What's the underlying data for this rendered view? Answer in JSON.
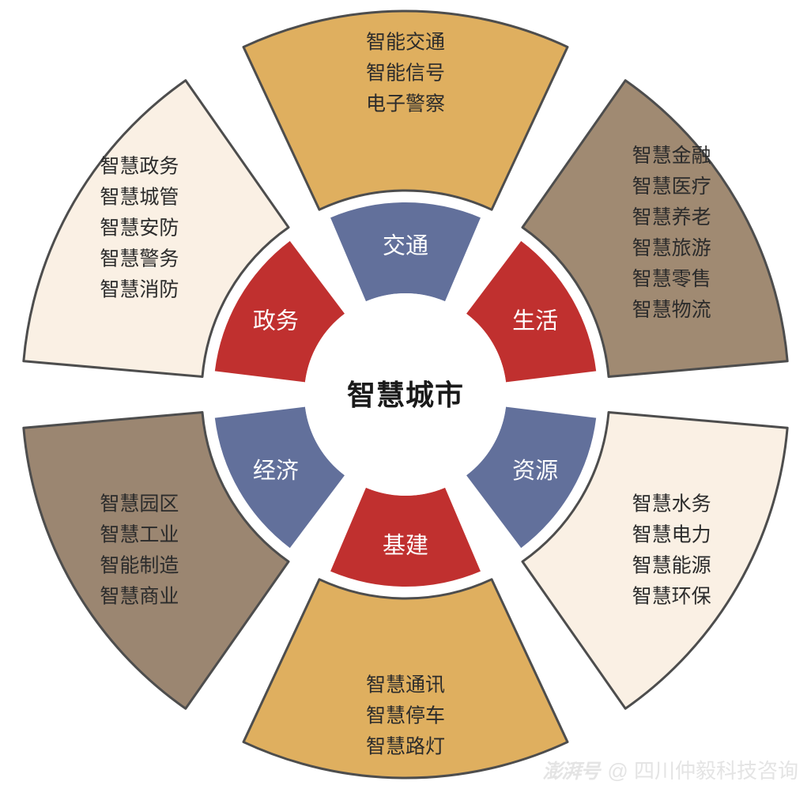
{
  "diagram": {
    "title": "智慧城市",
    "center": {
      "label": "智慧城市"
    },
    "colors": {
      "red": "#C0302F",
      "blue": "#62709B",
      "gold": "#DFAF5F",
      "cream": "#FAF0E4",
      "taupe": "#9B8671",
      "brown": "#A08A72",
      "stroke": "#4D4D4D",
      "gap": "#FFFFFF",
      "text_dark": "#2B2B2B",
      "text_light": "#FFFFFF"
    },
    "inner_ring": [
      {
        "id": "transport",
        "label": "交通",
        "color": "#62709B",
        "position": "top"
      },
      {
        "id": "life",
        "label": "生活",
        "color": "#C0302F",
        "position": "right-top"
      },
      {
        "id": "resource",
        "label": "资源",
        "color": "#62709B",
        "position": "right-bottom"
      },
      {
        "id": "infrastructure",
        "label": "基建",
        "color": "#C0302F",
        "position": "bottom"
      },
      {
        "id": "economy",
        "label": "经济",
        "color": "#62709B",
        "position": "left-bottom"
      },
      {
        "id": "government",
        "label": "政务",
        "color": "#C0302F",
        "position": "left-top"
      }
    ],
    "outer_ring": [
      {
        "id": "transport-items",
        "position": "top",
        "color": "#DFAF5F",
        "items": [
          "智能交通",
          "智能信号",
          "电子警察"
        ]
      },
      {
        "id": "life-items",
        "position": "right-top",
        "color": "#A08A72",
        "items": [
          "智慧金融",
          "智慧医疗",
          "智慧养老",
          "智慧旅游",
          "智慧零售",
          "智慧物流"
        ]
      },
      {
        "id": "resource-items",
        "position": "right-bottom",
        "color": "#FAF0E4",
        "items": [
          "智慧水务",
          "智慧电力",
          "智慧能源",
          "智慧环保"
        ]
      },
      {
        "id": "infrastructure-items",
        "position": "bottom",
        "color": "#DFAF5F",
        "items": [
          "智慧通讯",
          "智慧停车",
          "智慧路灯"
        ]
      },
      {
        "id": "economy-items",
        "position": "left-bottom",
        "color": "#9B8671",
        "items": [
          "智慧园区",
          "智慧工业",
          "智能制造",
          "智慧商业"
        ]
      },
      {
        "id": "government-items",
        "position": "left-top",
        "color": "#FAF0E4",
        "items": [
          "智慧政务",
          "智慧城管",
          "智慧安防",
          "智慧警务",
          "智慧消防"
        ]
      }
    ]
  },
  "watermark": {
    "logo": "澎湃号",
    "text": "@ 四川仲毅科技咨询"
  }
}
